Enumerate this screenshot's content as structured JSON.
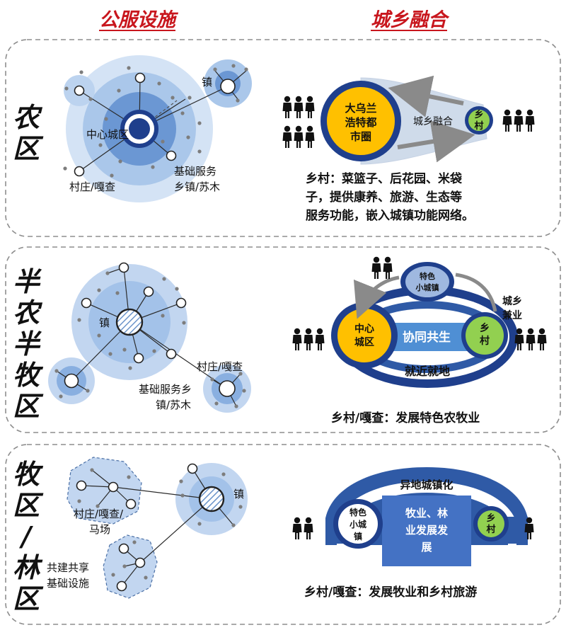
{
  "headers": {
    "left": "公服设施",
    "right": "城乡融合"
  },
  "zones": [
    {
      "id": "farming",
      "title_chars": [
        "农",
        "区"
      ],
      "left": {
        "center_label": "中心城区",
        "town_label": "镇",
        "village_label": "村庄/嘎查",
        "service_label_lines": [
          "基础服务",
          "乡镇/苏木"
        ]
      },
      "right": {
        "city_lines": [
          "大乌兰",
          "浩特都",
          "市圈"
        ],
        "arrow_label": "城乡融合",
        "village_label_chars": [
          "乡",
          "村"
        ],
        "desc_lines": [
          "乡村：菜篮子、后花园、米袋",
          "子，提供康养、旅游、生态等",
          "服务功能，嵌入城镇功能网络。"
        ]
      }
    },
    {
      "id": "semi",
      "title_chars": [
        "半",
        "农",
        "半",
        "牧",
        "区"
      ],
      "left": {
        "town_label": "镇",
        "village_label": "村庄/嘎查",
        "service_label_lines": [
          "基础服务乡",
          "镇/苏木"
        ]
      },
      "right": {
        "center_lines": [
          "中心",
          "城区"
        ],
        "small_town_lines": [
          "特色",
          "小城镇"
        ],
        "bar_label": "协同共生",
        "village_label_chars": [
          "乡",
          "村"
        ],
        "side_label_lines": [
          "城乡",
          "兼业"
        ],
        "bottom_label": "就近就地",
        "desc": "乡村/嘎查：发展特色农牧业"
      }
    },
    {
      "id": "pastoral",
      "title_chars": [
        "牧",
        "区",
        "/",
        "林",
        "区"
      ],
      "left": {
        "town_label": "镇",
        "village_label_lines": [
          "村庄/嘎查/",
          "马场"
        ],
        "shared_label_lines": [
          "共建共享",
          "基础设施"
        ]
      },
      "right": {
        "top_label": "异地城镇化",
        "small_town_lines": [
          "特色",
          "小城",
          "镇"
        ],
        "main_lines": [
          "牧业、林",
          "业发展发",
          "展"
        ],
        "village_label_chars": [
          "乡",
          "村"
        ],
        "desc": "乡村/嘎查：发展牧业和乡村旅游"
      }
    }
  ],
  "colors": {
    "header": "#c8161d",
    "navy": "#1f3f8c",
    "blue": "#4472c4",
    "light_blue": "#c9daf0",
    "mid_blue": "#9ec1e6",
    "yellow": "#ffc000",
    "green": "#92d050",
    "gray": "#8a8a8a"
  }
}
